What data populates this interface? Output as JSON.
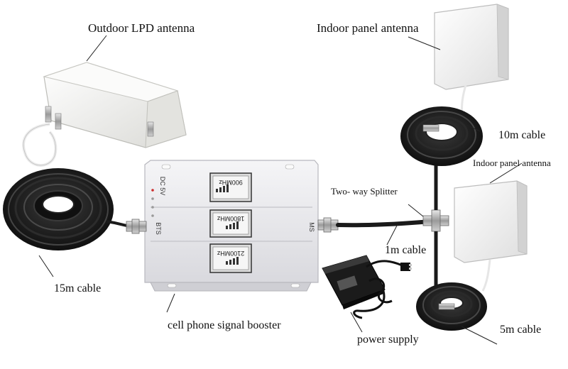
{
  "labels": {
    "outdoor_antenna": "Outdoor LPD antenna",
    "indoor_panel_1": "Indoor panel antenna",
    "indoor_panel_2": "Indoor panel antenna",
    "cable_10m": "10m cable",
    "cable_15m": "15m cable",
    "cable_1m": "1m cable",
    "cable_5m": "5m cable",
    "splitter": "Two- way Splitter",
    "booster": "cell phone signal booster",
    "power_supply": "power supply"
  },
  "booster": {
    "bands": [
      "900MHz",
      "1800MHz",
      "2100MHz"
    ],
    "port_left": "BTS",
    "port_right": "MS",
    "indicator_top": "DC 5V"
  },
  "colors": {
    "cable": "#1a1a1a",
    "booster_body": "#e9e9ec",
    "antenna_body": "#f3f3f1",
    "leader_line": "#222222"
  }
}
